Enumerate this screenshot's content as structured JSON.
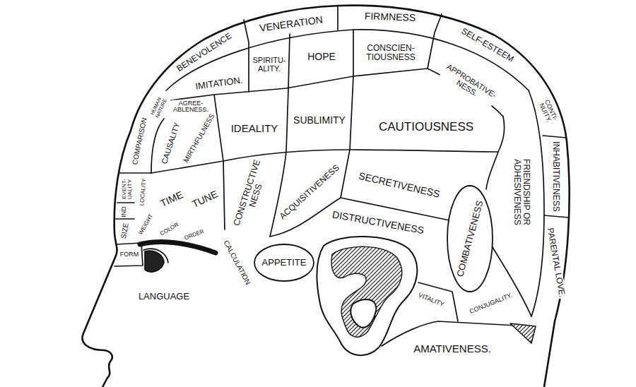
{
  "diagram": {
    "nodes": [
      {
        "text": [
          "VENERATION"
        ]
      },
      {
        "text": [
          "FIRMNESS"
        ]
      },
      {
        "text": [
          "BENEVOLENCE"
        ]
      },
      {
        "text": [
          "SPIRITU- ALITY."
        ]
      },
      {
        "text": [
          "HOPE"
        ]
      },
      {
        "text": [
          "CONSCIEN- TIOUSNESS"
        ]
      },
      {
        "text": [
          "SELF-ESTEEM"
        ]
      },
      {
        "text": [
          "HUMAN NATURE"
        ]
      },
      {
        "text": [
          "IMITATION."
        ]
      },
      {
        "text": [
          "APPROBATIVE- NESS."
        ]
      },
      {
        "text": [
          "CONTI- NUITY."
        ]
      },
      {
        "text": [
          "COMPARISON"
        ]
      },
      {
        "text": [
          "AGREE- ABLENESS."
        ]
      },
      {
        "text": [
          "CAUSALITY"
        ]
      },
      {
        "text": [
          "MIRTHFULNESS"
        ]
      },
      {
        "text": [
          "IDEALITY"
        ]
      },
      {
        "text": [
          "SUBLIMITY"
        ]
      },
      {
        "text": [
          "CAUTIOUSNESS"
        ]
      },
      {
        "text": [
          "FRIENDSHIP OR ADHESIVENESS"
        ]
      },
      {
        "text": [
          "INHABITIVENESS"
        ]
      },
      {
        "text": [
          "EVENT- UALITY"
        ]
      },
      {
        "text": [
          "LOCALITY"
        ]
      },
      {
        "text": [
          "TIME"
        ]
      },
      {
        "text": [
          "TUNE"
        ]
      },
      {
        "text": [
          "CONSTRUCTIVE NESS"
        ]
      },
      {
        "text": [
          "ACQUISITIVENESS"
        ]
      },
      {
        "text": [
          "SECRETIVENESS"
        ]
      },
      {
        "text": [
          "IND"
        ]
      },
      {
        "text": [
          "SIZE"
        ]
      },
      {
        "text": [
          "WEIGHT"
        ]
      },
      {
        "text": [
          "COLOR"
        ]
      },
      {
        "text": [
          "ORDER"
        ]
      },
      {
        "text": [
          "CALCULATION"
        ]
      },
      {
        "text": [
          "DISTRUCTIVENESS"
        ]
      },
      {
        "text": [
          "COMBATIVENESS"
        ]
      },
      {
        "text": [
          "PARENTAL LOVE."
        ]
      },
      {
        "text": [
          "APPETITE"
        ]
      },
      {
        "text": [
          "VITALITY"
        ]
      },
      {
        "text": [
          "CONJUGALITY."
        ]
      },
      {
        "text": [
          "FORM"
        ]
      },
      {
        "text": [
          "AMATIVENESS."
        ]
      }
    ],
    "labels": [
      "LANGUAGE"
    ]
  }
}
